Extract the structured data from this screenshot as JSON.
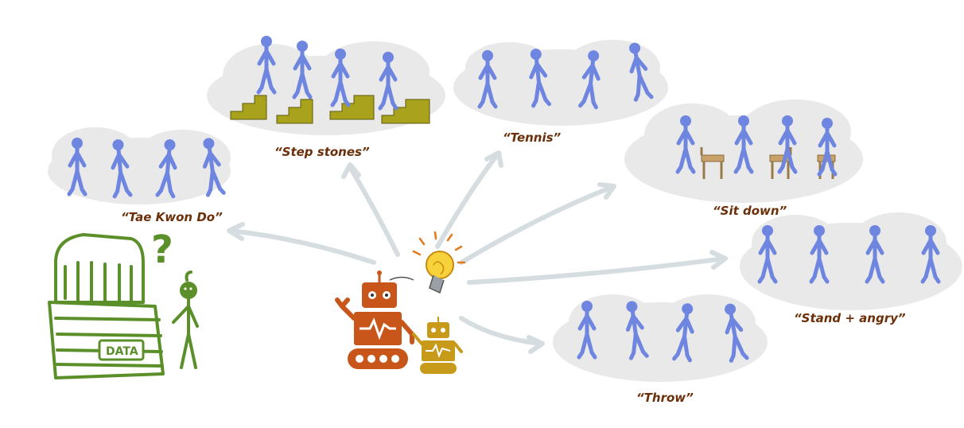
{
  "skills": [
    {
      "id": "tae-kwon-do",
      "label": "“Tae Kwon Do”"
    },
    {
      "id": "step-stones",
      "label": "“Step stones”"
    },
    {
      "id": "tennis",
      "label": "“Tennis”"
    },
    {
      "id": "sit-down",
      "label": "“Sit down”"
    },
    {
      "id": "stand-angry",
      "label": "“Stand + angry”"
    },
    {
      "id": "throw",
      "label": "“Throw”"
    }
  ],
  "chest": {
    "label": "DATA",
    "question_mark": "?"
  },
  "colors": {
    "figure": "#6f86e0",
    "cloud": "#e9e9e9",
    "arrow": "#d6dde0",
    "label": "#6b2f0a",
    "robot": "#c8561a",
    "robot_small": "#c89a1a",
    "chest": "#5a8f2a",
    "stairs": "#a8a21c"
  },
  "icons": [
    "robot-icon",
    "small-robot-icon",
    "lightbulb-icon",
    "treasure-chest-icon",
    "stick-figure-icon",
    "question-mark-icon"
  ]
}
